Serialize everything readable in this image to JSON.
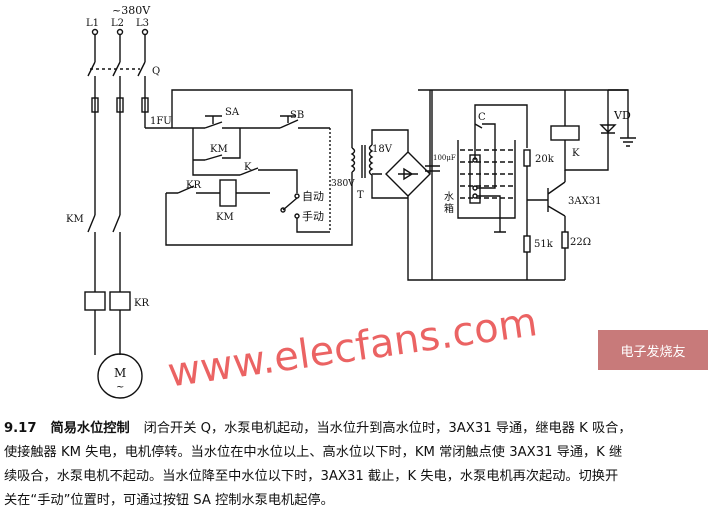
{
  "diagram": {
    "supply": "~380V",
    "phases": [
      "L1",
      "L2",
      "L3"
    ],
    "switch_q": "Q",
    "fuse_1fu": "1FU",
    "button_sa": "SA",
    "button_sb": "SB",
    "km_contact": "KM",
    "k_contact": "K",
    "kr_contact": "KR",
    "km_coil": "KM",
    "mode_auto": "自动",
    "mode_manual": "手动",
    "transformer_primary": "380V",
    "transformer": "T",
    "secondary": "18V",
    "capacitor": "100μF",
    "probe_c": "C",
    "tank": [
      "水",
      "箱"
    ],
    "r1": "20k",
    "r2": "51k",
    "r3": "22Ω",
    "relay": "K",
    "diode": "VD",
    "transistor": "3AX31",
    "main_contactor": "KM",
    "thermal_relay": "KR",
    "motor": "M",
    "motor_sub": "~"
  },
  "caption": {
    "number": "9.17",
    "title": "简易水位控制",
    "lines": [
      "闭合开关 Q，水泵电机起动，当水位升到高水位时，3AX31 导通，继电器 K 吸合，",
      "使接触器 KM 失电，电机停转。当水位在中水位以上、高水位以下时，KM 常闭触点使 3AX31 导通，K 继",
      "续吸合，水泵电机不起动。当水位降至中水位以下时，3AX31 截止，K 失电，水泵电机再次起动。切换开",
      "关在“手动”位置时，可通过按钮 SA 控制水泵电机起停。"
    ]
  },
  "watermark": "www.elecfans.com",
  "logo": "电子发烧友"
}
